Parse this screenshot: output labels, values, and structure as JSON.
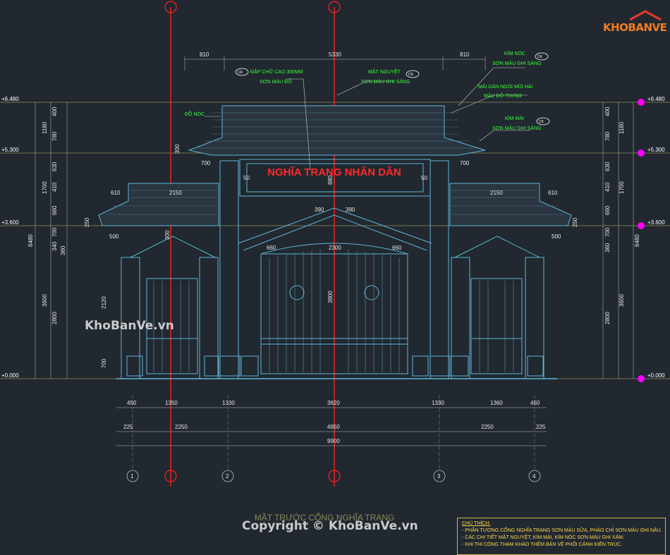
{
  "drawing": {
    "sign_text": "NGHĨA TRANG NHÂN DÂN",
    "view_title": "MẶT TRƯỚC CỔNG NGHĨA TRANG",
    "watermark_left": "KhoBanVe.vn",
    "watermark_bottom": "Copyright © KhoBanVe.vn",
    "logo_text": "KHOBANVE"
  },
  "levels": [
    "+6.480",
    "+5.300",
    "+3.600",
    "+0.000"
  ],
  "grid_axes": [
    "1",
    "2",
    "3",
    "4"
  ],
  "top_dims": [
    "810",
    "5330",
    "810"
  ],
  "bottom_dims_row1": [
    "450",
    "1350",
    "1330",
    "3620",
    "1330",
    "1360",
    "450"
  ],
  "bottom_dims_row2": [
    "225",
    "2250",
    "4950",
    "2250",
    "225"
  ],
  "bottom_total": "9900",
  "left_vdims": [
    "400",
    "780",
    "630",
    "410",
    "660",
    "700",
    "340",
    "360",
    "2120",
    "700"
  ],
  "left_vdims_total": [
    "1180",
    "1700",
    "6480",
    "3600",
    "2800"
  ],
  "right_vdims": [
    "400",
    "780",
    "630",
    "410",
    "660",
    "700",
    "360"
  ],
  "right_vdims_total": [
    "1180",
    "1700",
    "6480",
    "3600",
    "2800"
  ],
  "inner_dims": [
    "700",
    "700",
    "2150",
    "2150",
    "610",
    "610",
    "500",
    "500",
    "660",
    "660",
    "2300",
    "300",
    "300",
    "50",
    "50",
    "250",
    "250",
    "880",
    "3800",
    "390",
    "390"
  ],
  "callouts": {
    "dap_chu": "ĐẮP CHỮ CAO 300MM",
    "dap_chu_sub": "SƠN MÀU ĐỎ",
    "mat_nguyet": "MẶT NGUYỆT",
    "mat_nguyet_sub": "SƠN MÀU GHI SÁNG",
    "kim_noc": "KÌM NÓC",
    "kim_noc_sub": "SƠN MÀU GHI SÁNG",
    "mai_ngoi": "MÁI DÁN NGÓI MŨI HÀI",
    "mai_ngoi_sub": "MÀU ĐỎ 75V/M2",
    "do_noc": "ĐỖ NÓC",
    "kim_mai": "KÌM MÁI",
    "kim_mai_sub": "SƠN MÀU GHI SÁNG",
    "tag": "CK"
  },
  "legend": {
    "title": "CHÚ THÍCH:",
    "lines": [
      "- PHẦN TƯỜNG CỔNG NGHĨA TRANG SƠN MÀU SỮA, PHÀO CHỈ SƠN MÀU GHI NÂU.",
      "- CÁC CHI TIẾT MẶT NGUYỆT, KÌM MÁI, KÌM NÓC SƠN MÀU GHI XÁM.",
      "- KHI THI CÔNG THAM KHẢO THÊM BẢN VẼ PHỐI CẢNH KIẾN TRÚC."
    ]
  },
  "colors": {
    "background": "#212830",
    "linework": "#5fb6d8",
    "axis_red": "#ff2020",
    "note_green": "#39ff39",
    "level_magenta": "#ff00ff",
    "sign_red": "#ff2a2a",
    "legend_yellow": "#ffd84a"
  }
}
